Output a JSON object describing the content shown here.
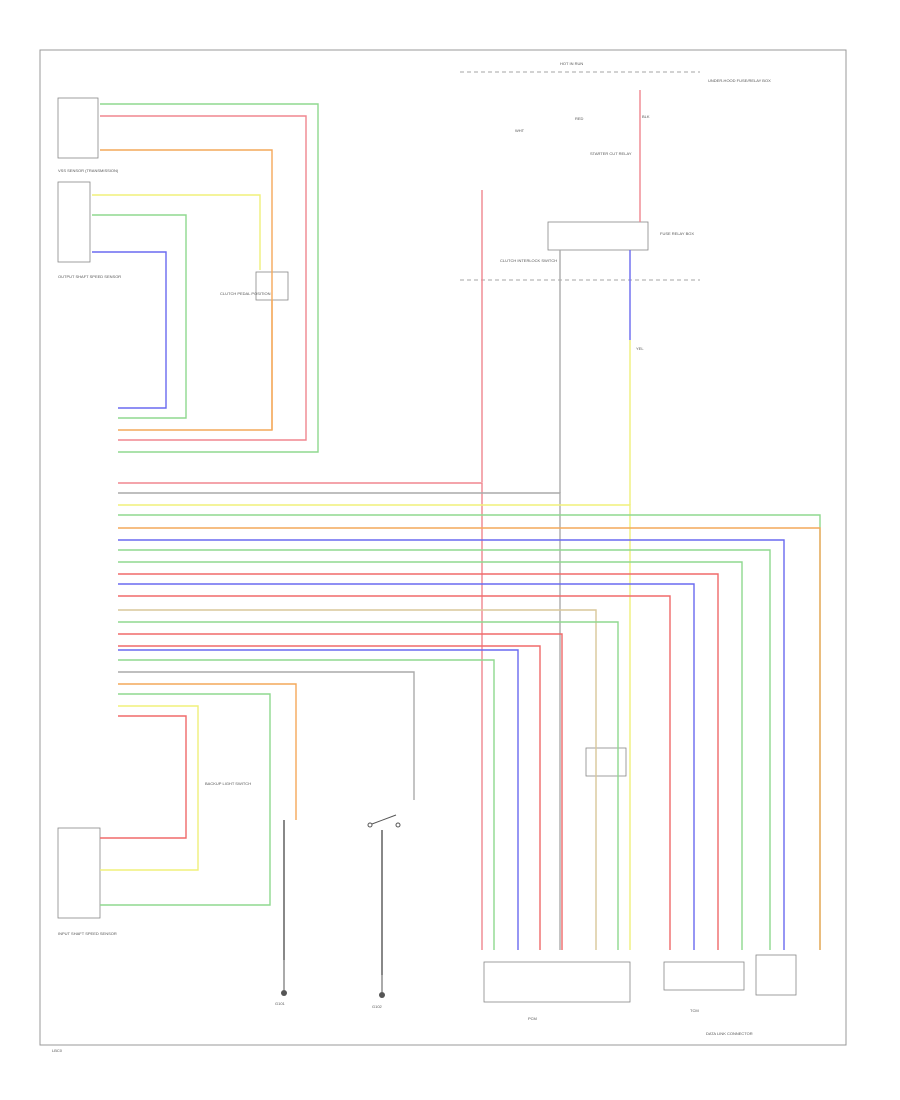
{
  "colors": {
    "green": "#8fd88f",
    "pink": "#f0868f",
    "orange": "#f4a85a",
    "yellow": "#f0f07a",
    "blue": "#6a6af0",
    "grey": "#aaaaaa",
    "red": "#f06a6a",
    "tan": "#d9c79a"
  },
  "page": {
    "footer_code": "LBC0"
  },
  "upper_right": {
    "fuse_box_label": "HOT IN RUN",
    "power_source_label": "UNDER-HOOD FUSE/RELAY BOX",
    "relay_label": "STARTER CUT RELAY",
    "relay_unit_label": "FUSE RELAY BOX",
    "neutral_switch_label": "CLUTCH INTERLOCK SWITCH",
    "wire_labels": [
      "WHT",
      "RED",
      "BLK",
      "YEL"
    ]
  },
  "left_components": {
    "sensor_top_label": "VSS SENSOR (TRANSMISSION)",
    "sensor_mid_label": "OUTPUT SHAFT SPEED SENSOR",
    "sensor_bottom_label": "INPUT SHAFT SPEED SENSOR",
    "connector_label": "CLUTCH PEDAL POSITION",
    "lower_component_label": "BACKUP LIGHT SWITCH"
  },
  "bottom_components": {
    "ground_left_label": "G101",
    "ground_mid_label": "G102",
    "tcm_label": "PCM",
    "module_right_label": "TCM",
    "right_box_label": "DATA LINK CONNECTOR"
  },
  "icons": {
    "ground": "ground-icon",
    "switch": "switch-icon",
    "connector": "connector-icon"
  }
}
